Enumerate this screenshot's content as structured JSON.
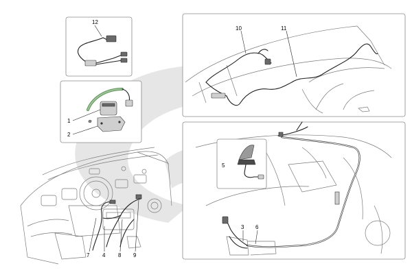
{
  "callouts": {
    "c1": "1",
    "c2": "2",
    "c3": "3",
    "c4": "4",
    "c5": "5",
    "c6": "6",
    "c7": "7",
    "c8": "8",
    "c9": "9",
    "c10": "10",
    "c11": "11",
    "c12": "12"
  },
  "colors": {
    "watermark": "#e6e6e6",
    "frame": "#8a8a8a",
    "cable": "#1f1f1f",
    "part_green": "#7fae7a"
  }
}
